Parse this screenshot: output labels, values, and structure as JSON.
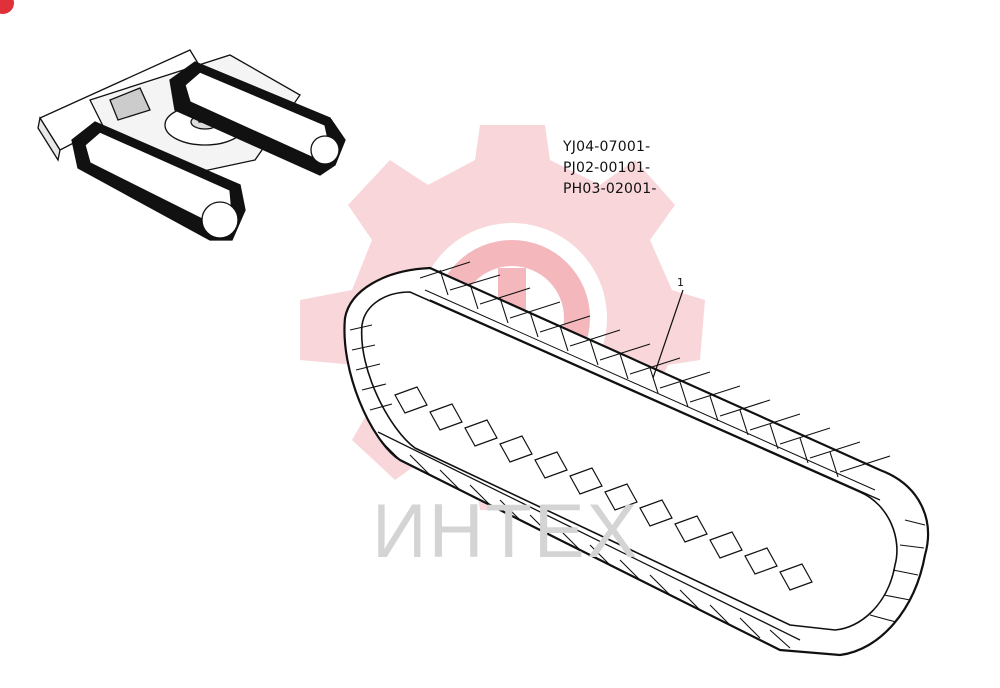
{
  "serials": [
    "YJ04-07001-",
    "PJ02-00101-",
    "PH03-02001-"
  ],
  "callout_label": "1",
  "watermark": {
    "text": "ИНТЕХ",
    "gear_color": "#f6c9cc",
    "text_color": "#d4d4d4"
  },
  "accent_color": "#e0303a"
}
